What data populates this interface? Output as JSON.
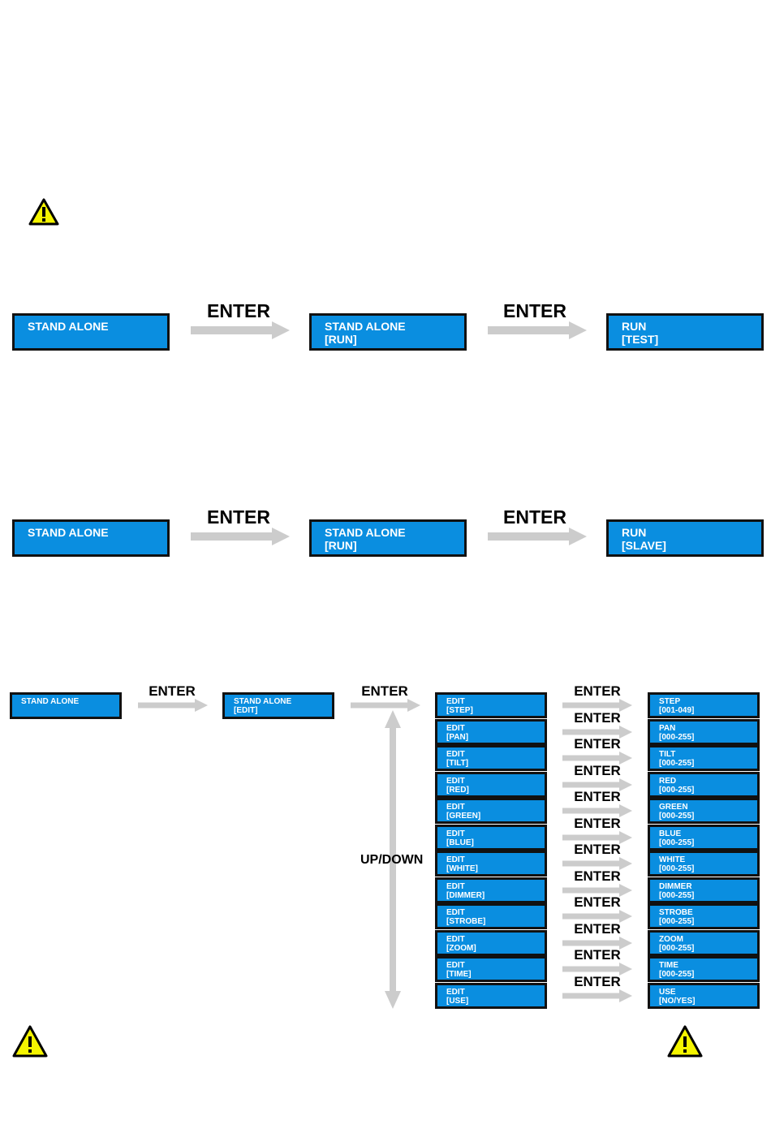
{
  "colors": {
    "lcd_bg": "#0a8ee0",
    "lcd_border": "#111111",
    "lcd_text": "#ffffff",
    "arrow": "#cccccc",
    "warning_fill": "#f5f500"
  },
  "icons": {
    "warning": "warning-triangle-icon"
  },
  "enter_label": "ENTER",
  "updown_label": "UP/DOWN",
  "flow1": {
    "box1": {
      "line1": "STAND ALONE",
      "line2": ""
    },
    "box2": {
      "line1": "STAND ALONE",
      "line2": "[RUN]"
    },
    "box3": {
      "line1": "RUN",
      "line2": "[TEST]"
    }
  },
  "flow2": {
    "box1": {
      "line1": "STAND ALONE",
      "line2": ""
    },
    "box2": {
      "line1": "STAND ALONE",
      "line2": "[RUN]"
    },
    "box3": {
      "line1": "RUN",
      "line2": "[SLAVE]"
    }
  },
  "flow3": {
    "box1": {
      "line1": "STAND ALONE",
      "line2": ""
    },
    "box2": {
      "line1": "STAND ALONE",
      "line2": "[EDIT]"
    },
    "edit_items": [
      {
        "line1": "EDIT",
        "line2": "[STEP]"
      },
      {
        "line1": "EDIT",
        "line2": "[PAN]"
      },
      {
        "line1": "EDIT",
        "line2": "[TILT]"
      },
      {
        "line1": "EDIT",
        "line2": "[RED]"
      },
      {
        "line1": "EDIT",
        "line2": "[GREEN]"
      },
      {
        "line1": "EDIT",
        "line2": "[BLUE]"
      },
      {
        "line1": "EDIT",
        "line2": "[WHITE]"
      },
      {
        "line1": "EDIT",
        "line2": "[DIMMER]"
      },
      {
        "line1": "EDIT",
        "line2": "[STROBE]"
      },
      {
        "line1": "EDIT",
        "line2": "[ZOOM]"
      },
      {
        "line1": "EDIT",
        "line2": "[TIME]"
      },
      {
        "line1": "EDIT",
        "line2": "[USE]"
      }
    ],
    "value_items": [
      {
        "line1": "STEP",
        "line2": "[001-049]"
      },
      {
        "line1": "PAN",
        "line2": "[000-255]"
      },
      {
        "line1": "TILT",
        "line2": "[000-255]"
      },
      {
        "line1": "RED",
        "line2": "[000-255]"
      },
      {
        "line1": "GREEN",
        "line2": "[000-255]"
      },
      {
        "line1": "BLUE",
        "line2": "[000-255]"
      },
      {
        "line1": "WHITE",
        "line2": "[000-255]"
      },
      {
        "line1": "DIMMER",
        "line2": "[000-255]"
      },
      {
        "line1": "STROBE",
        "line2": "[000-255]"
      },
      {
        "line1": "ZOOM",
        "line2": "[000-255]"
      },
      {
        "line1": "TIME",
        "line2": "[000-255]"
      },
      {
        "line1": "USE",
        "line2": "[NO/YES]"
      }
    ]
  }
}
